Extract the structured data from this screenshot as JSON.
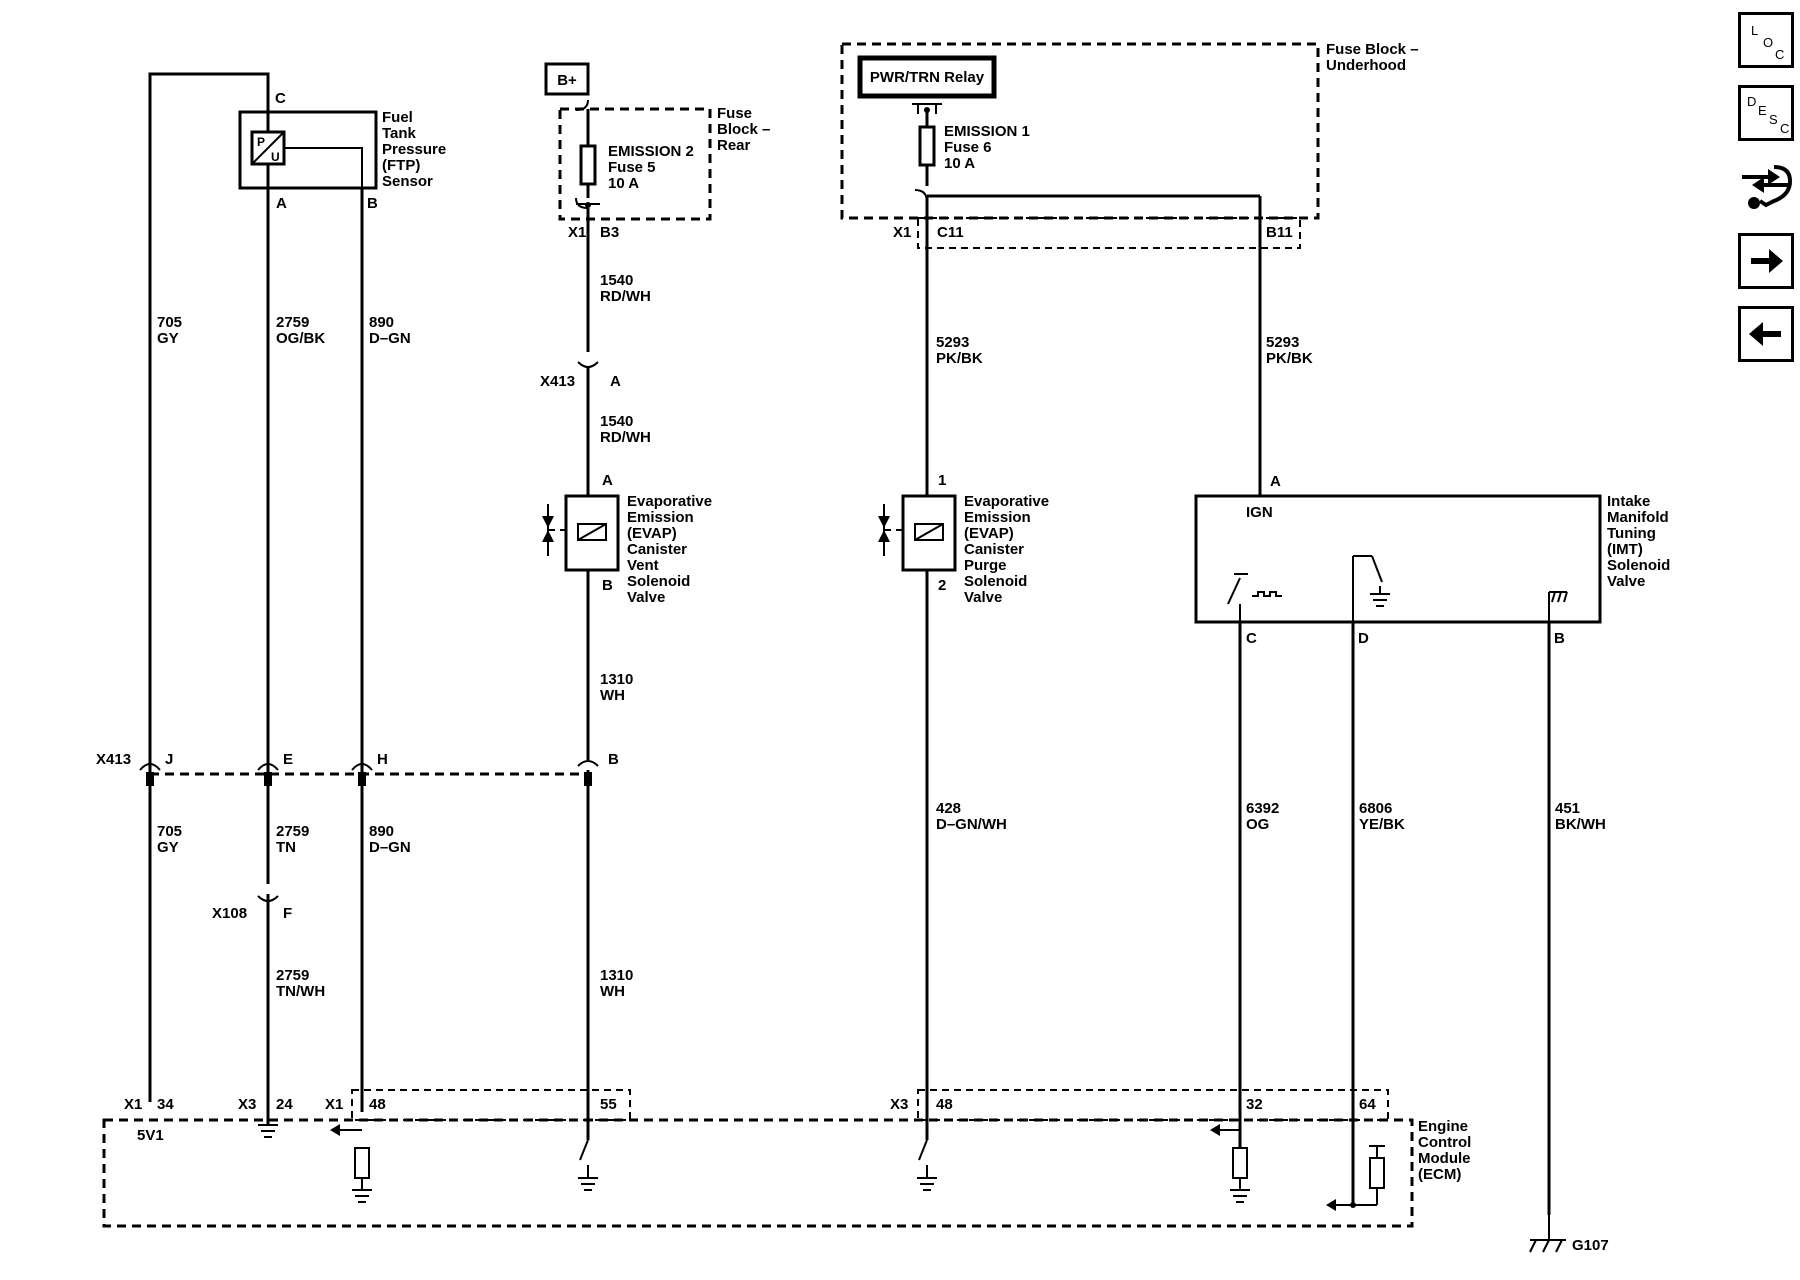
{
  "nav": {
    "loc": {
      "l": "L",
      "o": "O",
      "c": "C"
    },
    "desc": {
      "d": "D",
      "e": "E",
      "s": "S",
      "c": "C"
    }
  },
  "top": {
    "b_plus": "B+",
    "pwr_relay": "PWR/TRN Relay",
    "fuse_block_underhood": [
      "Fuse Block –",
      "Underhood"
    ],
    "fuse_block_rear": [
      "Fuse",
      "Block –",
      "Rear"
    ],
    "emission2": [
      "EMISSION 2",
      "Fuse 5",
      "10 A"
    ],
    "emission1": [
      "EMISSION 1",
      "Fuse 6",
      "10 A"
    ]
  },
  "ftp": {
    "name": [
      "Fuel",
      "Tank",
      "Pressure",
      "(FTP)",
      "Sensor"
    ],
    "pin_c": "C",
    "pin_a": "A",
    "pin_b": "B",
    "p": "P",
    "u": "U"
  },
  "connectors": {
    "x1": "X1",
    "x3": "X3",
    "x413": "X413",
    "x108": "X108",
    "b3": "B3",
    "c11": "C11",
    "b11": "B11",
    "pin_a": "A",
    "pin_b": "B",
    "pin_j": "J",
    "pin_e": "E",
    "pin_h": "H",
    "pin_f": "F",
    "pin_1": "1",
    "pin_2": "2",
    "pin_c": "C",
    "pin_d": "D",
    "ecm_34": "34",
    "ecm_24": "24",
    "ecm_48a": "48",
    "ecm_55": "55",
    "ecm_48b": "48",
    "ecm_32": "32",
    "ecm_64": "64"
  },
  "wires": {
    "w705a": [
      "705",
      "GY"
    ],
    "w2759a": [
      "2759",
      "OG/BK"
    ],
    "w890a": [
      "890",
      "D–GN"
    ],
    "w1540a": [
      "1540",
      "RD/WH"
    ],
    "w1540b": [
      "1540",
      "RD/WH"
    ],
    "w5293a": [
      "5293",
      "PK/BK"
    ],
    "w5293b": [
      "5293",
      "PK/BK"
    ],
    "w1310a": [
      "1310",
      "WH"
    ],
    "w1310b": [
      "1310",
      "WH"
    ],
    "w705b": [
      "705",
      "GY"
    ],
    "w2759b": [
      "2759",
      "TN"
    ],
    "w890b": [
      "890",
      "D–GN"
    ],
    "w2759c": [
      "2759",
      "TN/WH"
    ],
    "w428": [
      "428",
      "D–GN/WH"
    ],
    "w6392": [
      "6392",
      "OG"
    ],
    "w6806": [
      "6806",
      "YE/BK"
    ],
    "w451": [
      "451",
      "BK/WH"
    ]
  },
  "components": {
    "evap_vent": [
      "Evaporative",
      "Emission",
      "(EVAP)",
      "Canister",
      "Vent",
      "Solenoid",
      "Valve"
    ],
    "evap_purge": [
      "Evaporative",
      "Emission",
      "(EVAP)",
      "Canister",
      "Purge",
      "Solenoid",
      "Valve"
    ],
    "imt": [
      "Intake",
      "Manifold",
      "Tuning",
      "(IMT)",
      "Solenoid",
      "Valve"
    ],
    "imt_ign": "IGN",
    "ecm": [
      "Engine",
      "Control",
      "Module",
      "(ECM)"
    ],
    "ecm_5v1": "5V1",
    "ground_g107": "G107"
  }
}
